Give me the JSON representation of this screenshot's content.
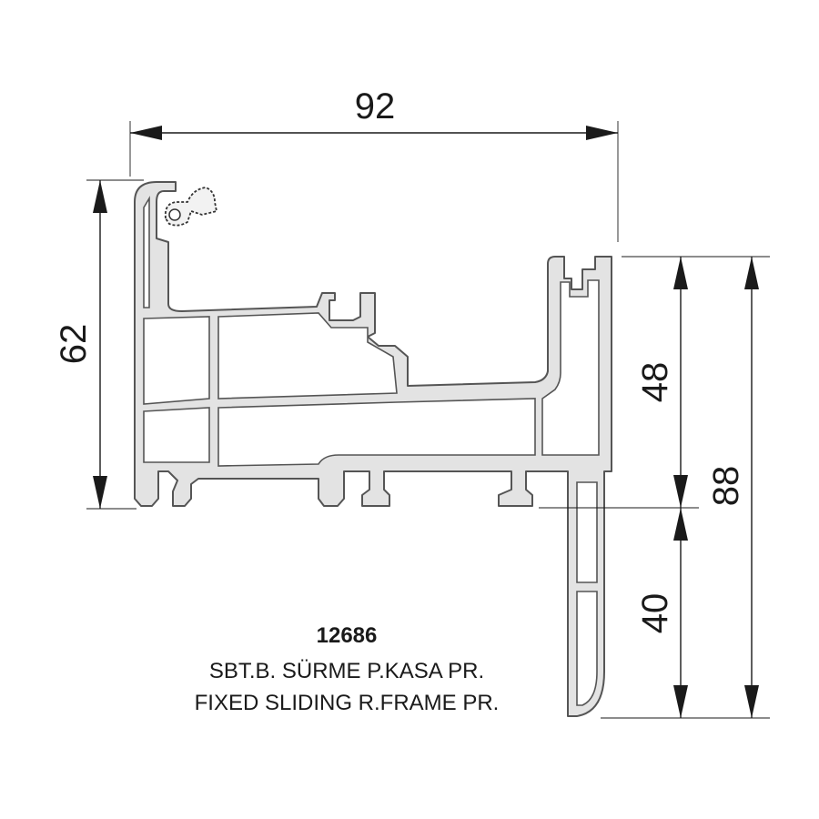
{
  "diagram": {
    "dimensions": {
      "overall_width": "92",
      "left_height": "62",
      "upper_right_height": "48",
      "lower_right_height": "40",
      "total_right_height": "88"
    },
    "product": {
      "code": "12686",
      "name_tr": "SBT.B. SÜRME P.KASA PR.",
      "name_en": "FIXED SLIDING R.FRAME PR."
    },
    "colors": {
      "profile_fill": "#e3e3e3",
      "profile_stroke": "#555555",
      "dimension_lines": "#1a1a1a"
    }
  }
}
